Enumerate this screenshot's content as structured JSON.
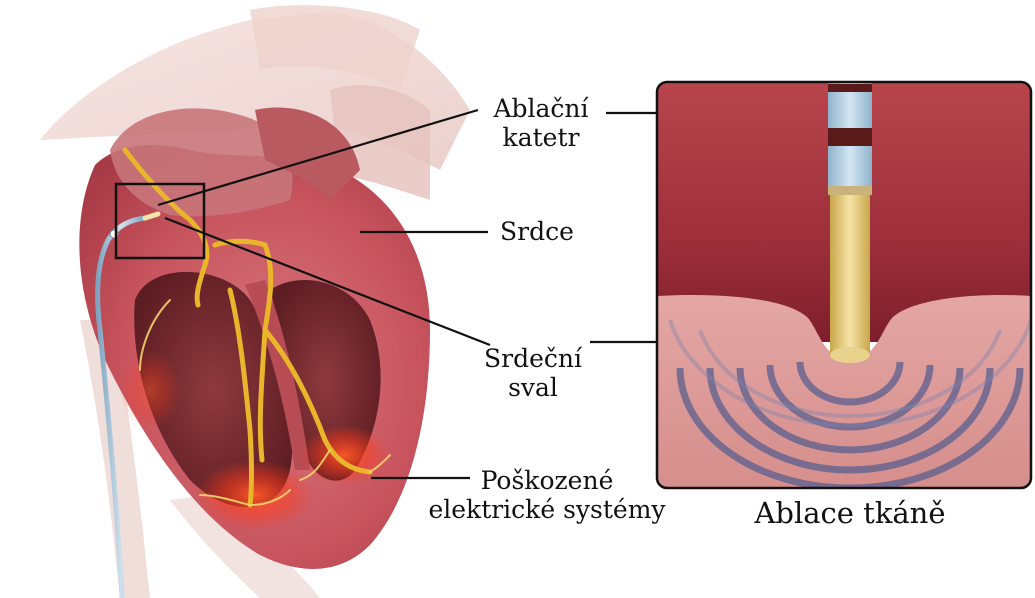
{
  "labels": {
    "ablation_catheter": {
      "line1": "Ablační",
      "line2": "katetr"
    },
    "heart": "Srdce",
    "heart_muscle": {
      "line1": "Srdeční",
      "line2": "sval"
    },
    "damaged_electrical": {
      "line1": "Poškozené",
      "line2": "elektrické systémy"
    }
  },
  "caption": "Ablace tkáně"
}
